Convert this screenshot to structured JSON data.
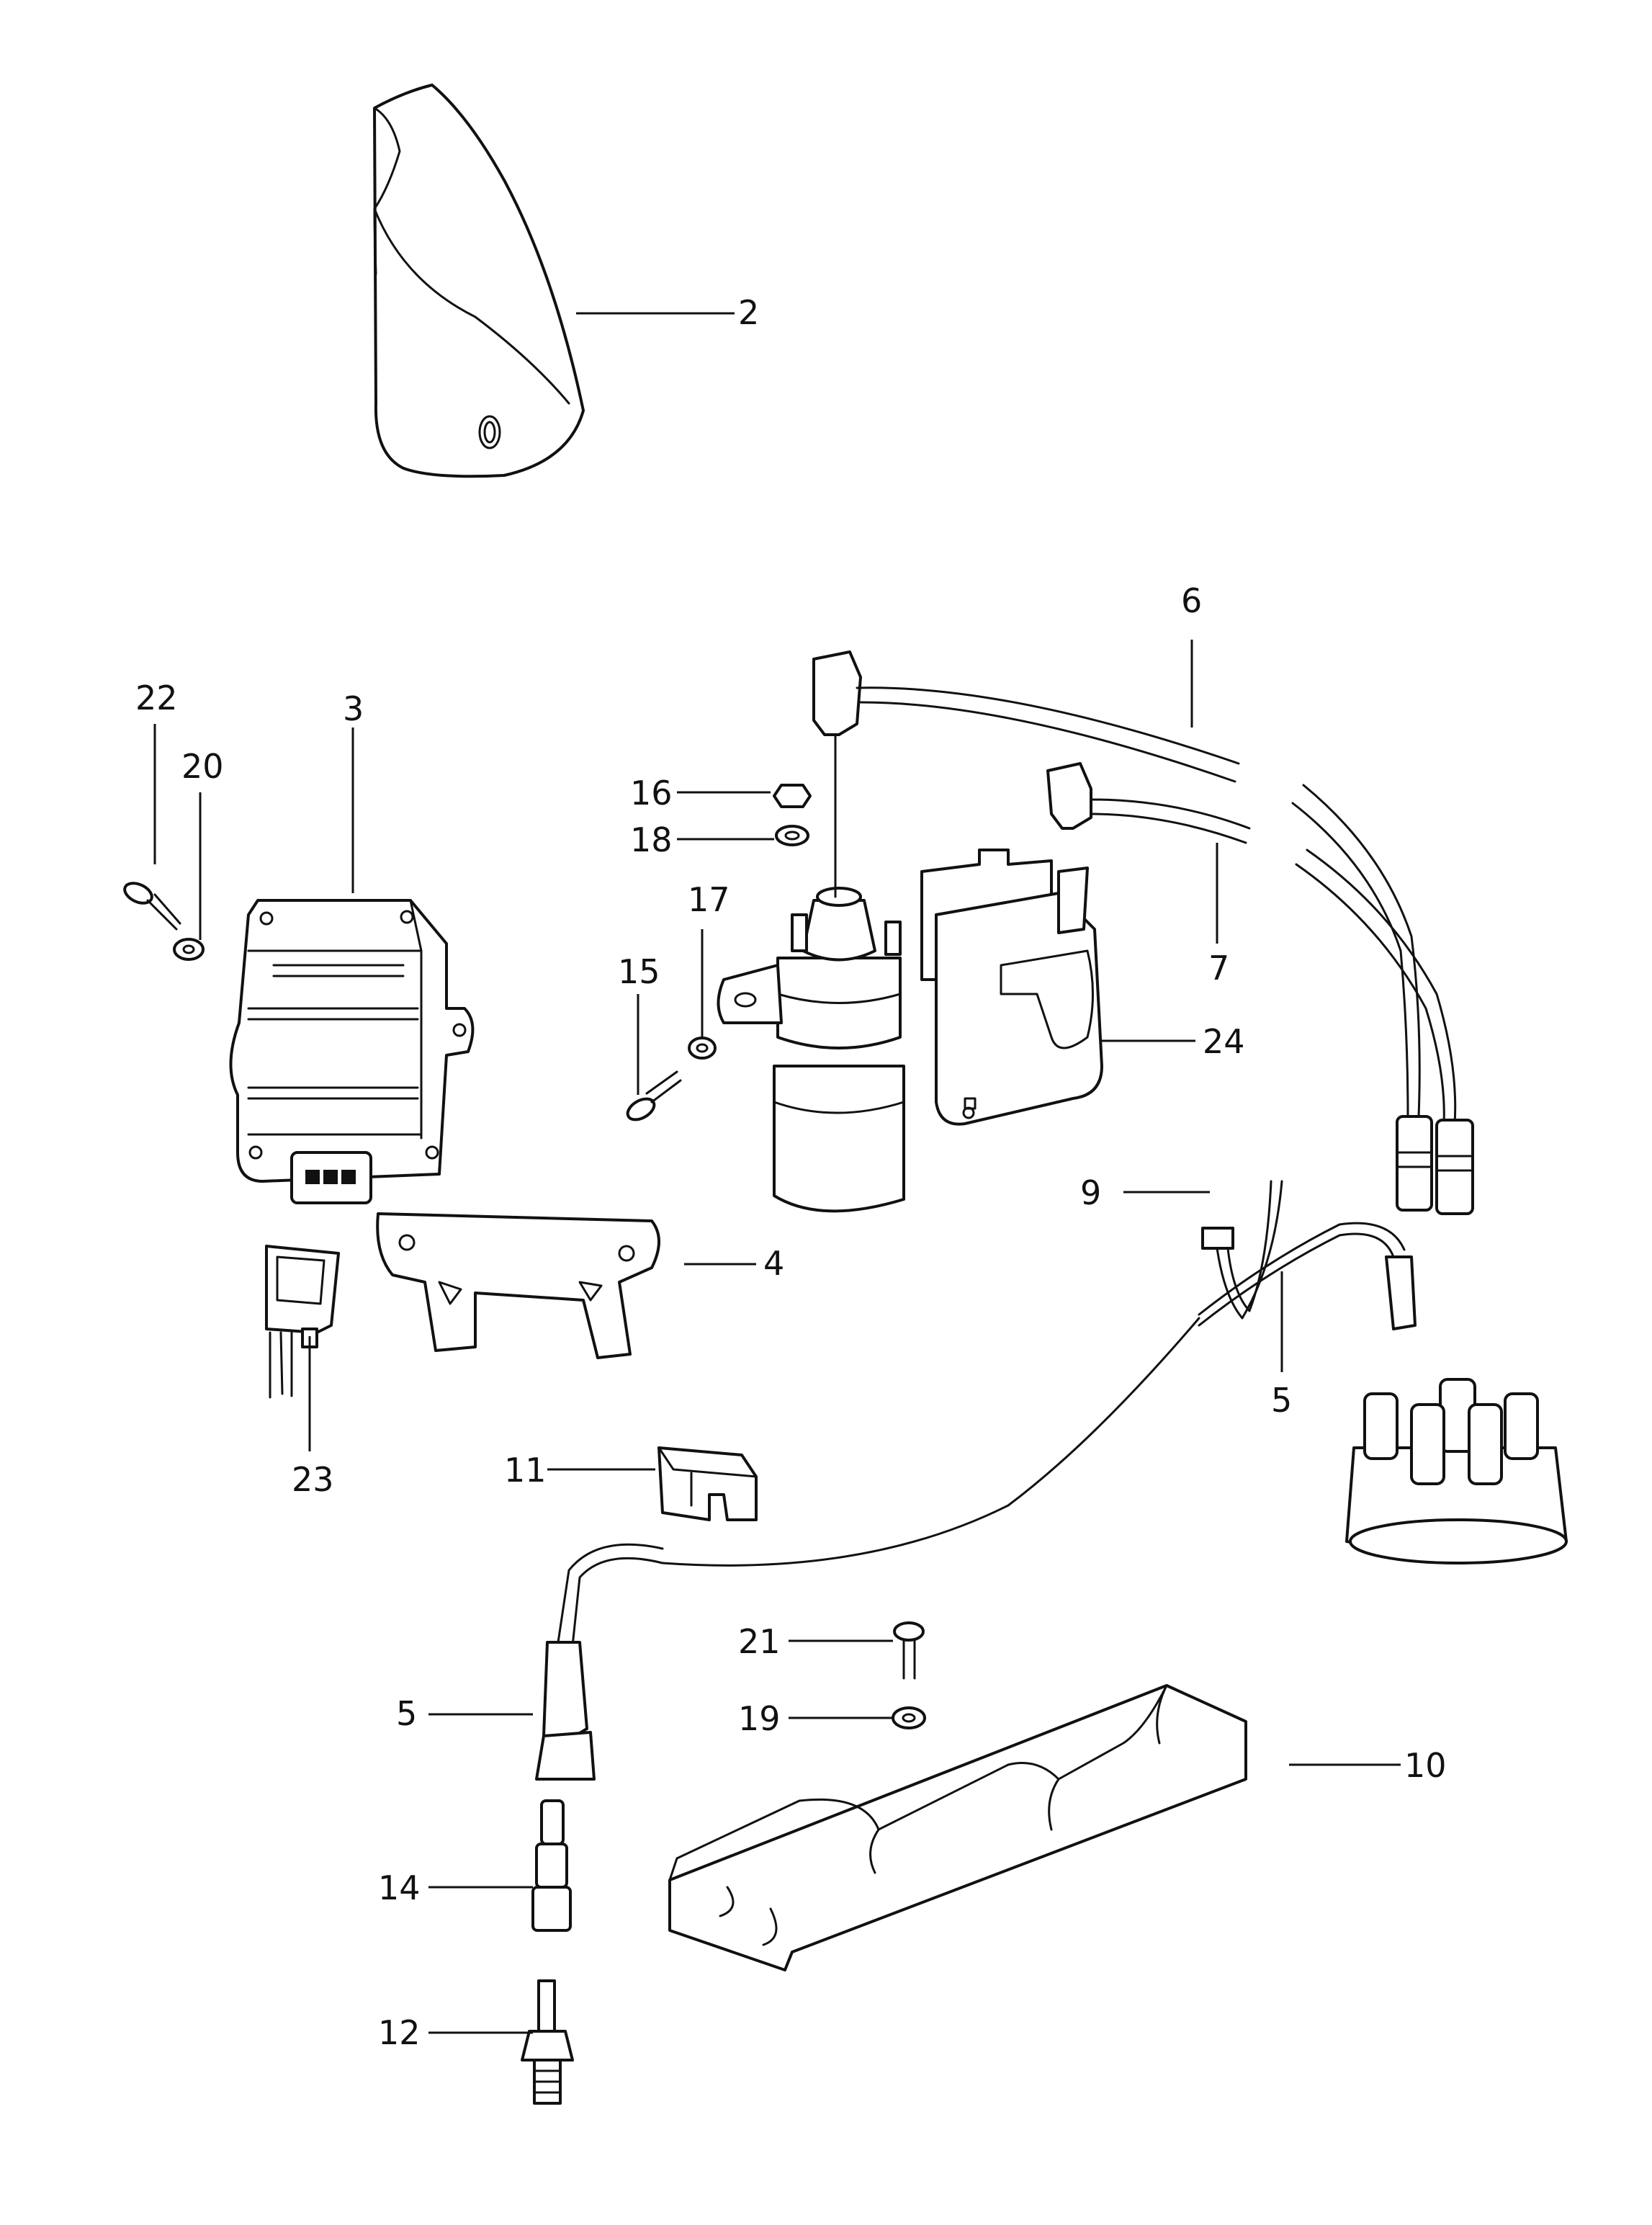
{
  "callouts": {
    "c2": "2",
    "c3": "3",
    "c4": "4",
    "c5a": "5",
    "c5b": "5",
    "c6": "6",
    "c7": "7",
    "c9": "9",
    "c10": "10",
    "c11": "11",
    "c12": "12",
    "c14": "14",
    "c15": "15",
    "c16": "16",
    "c17": "17",
    "c18": "18",
    "c19": "19",
    "c20": "20",
    "c21": "21",
    "c22": "22",
    "c23": "23",
    "c24": "24"
  }
}
